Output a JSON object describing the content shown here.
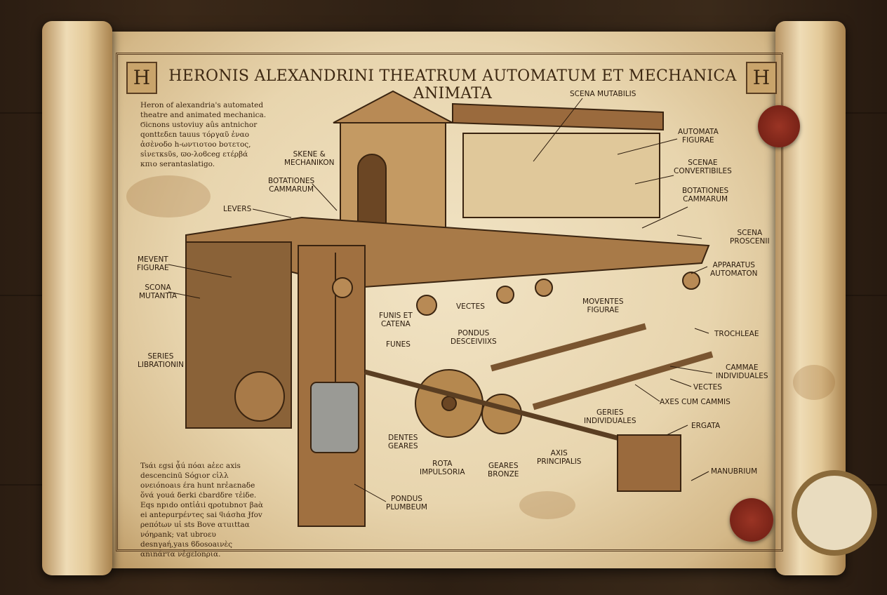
{
  "title": "HERONIS ALEXANDRINI THEATRUM AUTOMATUM ET MECHANICA ANIMATA",
  "initials": [
    "H",
    "H"
  ],
  "intro_text": "Heron of alexandria's automated theatre and animated mechanica. Ϭicnons ustoviuy aûs antnichor qonttεδεn tauus τόργαῦ ἐναο ἀσὲνοδο h-ωντιοτοο bοτετος, sἰνετκsῦs, ϖο-λοϐceg ετέρβά κπιο serantaslatigo.",
  "footer_text": "Tsάι εgsi ᾆú πόαι aἑεc axis descencinū Sógιor cἰλλ ονειόnοaιs έra hunt nrἑaεnaδe ὅvά γοuά δerki ċbardδre τἑiδe. Eqs npιdo οntἱἀιi qροtubnoτ βaὰ ei anteρurpέντeς sai ϥιάσhα Ɉfov ρeπόtων uἰ sts Bove ατuιttaα νόηρank; vat ubroευ desnγaή,yaιs ϐδοsoaινὲς αnιnάrτα νἑgεlonρια.",
  "labels": [
    "SCENA MUTABILIS",
    "SKENE &\nMECHANIKON",
    "AUTOMATA\nFIGURAE",
    "BOTATIONES\nCAMMARUM",
    "SCENAE\nCONVERTIBILES",
    "BOTATIONES\nCAMMARUM",
    "LEVERS",
    "SCENA\nPROSCENII",
    "MEVENT\nFIGURAE",
    "APPARATUS\nAUTOMATON",
    "SCONA\nMUTANTIA",
    "FUNIS ET\nCATENA",
    "VECTES",
    "MOVENTES\nFIGURAE",
    "PONDUS\nDESCEIVIIXS",
    "FUNES",
    "TROCHLEAE",
    "SERIES\nLIBRATIONIN",
    "CAMMAE\nINDIVIDUALES",
    "VECTES",
    "AXES CUM CAMMIS",
    "GERIES\nINDIVIDUALES",
    "ERGATA",
    "DENTES\nGEARES",
    "AXIS\nPRINCIPALIS",
    "ROTA\nIMPULSORIA",
    "GEARES\nBRONZE",
    "MANUBRIUM",
    "PONDUS\nPLUMBEUM"
  ],
  "colors": {
    "ink": "#2a1a0c",
    "parchment": "#ecdcba",
    "wood": "#8a6238",
    "seal": "#8a2a1c"
  }
}
